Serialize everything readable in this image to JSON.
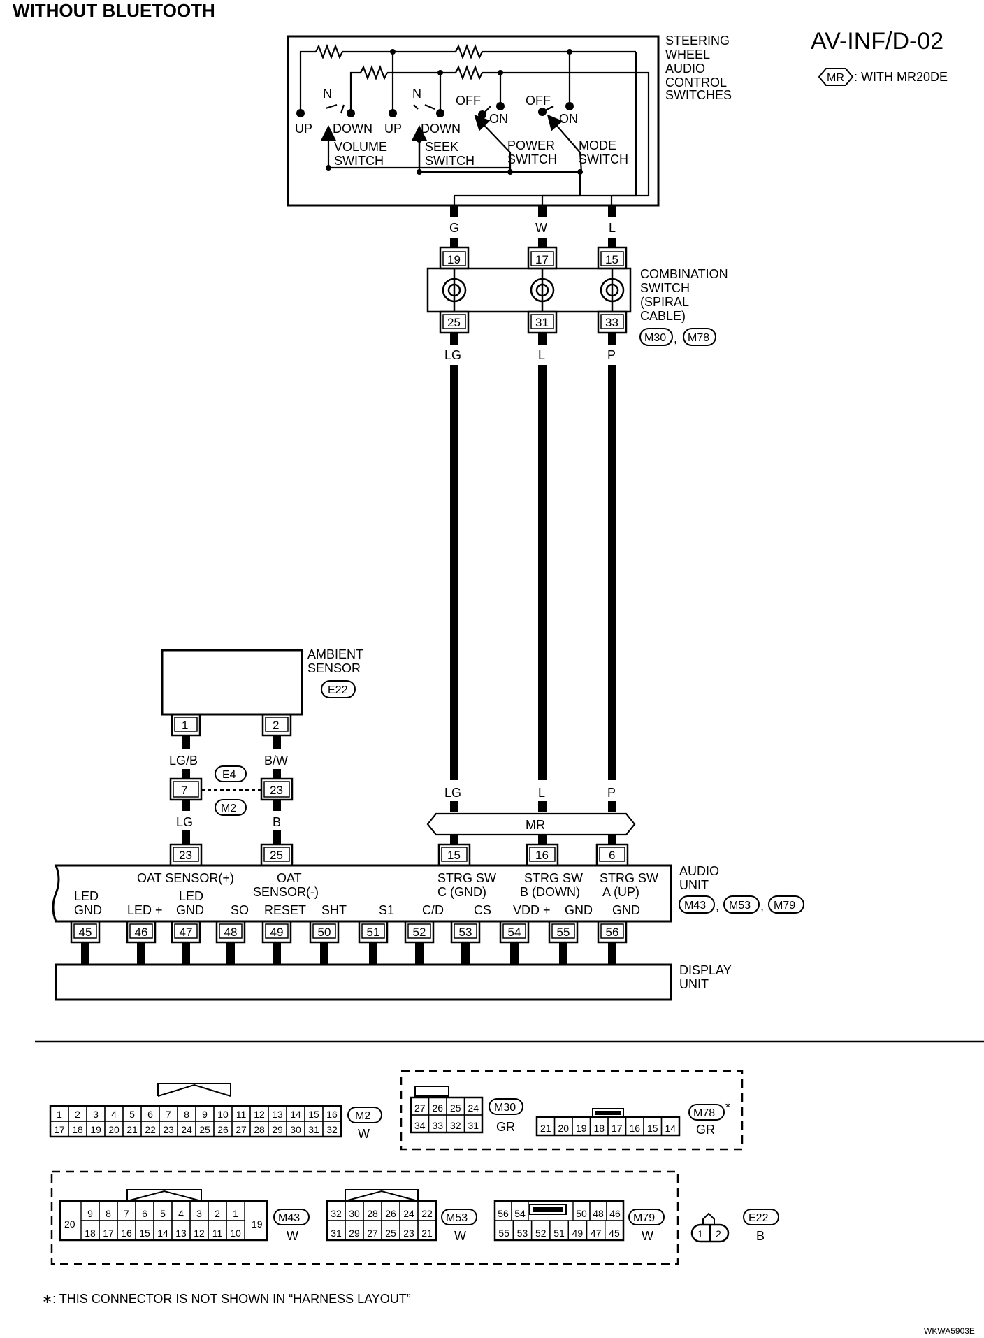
{
  "header": {
    "title": "WITHOUT BLUETOOTH",
    "code": "AV-INF/D-02",
    "legend_badge": "MR",
    "legend_text": ": WITH MR20DE"
  },
  "steering_switches": {
    "label": [
      "STEERING",
      "WHEEL",
      "AUDIO",
      "CONTROL",
      "SWITCHES"
    ],
    "volume": {
      "n": "N",
      "up": "UP",
      "down": "DOWN",
      "name": [
        "VOLUME",
        "SWITCH"
      ]
    },
    "seek": {
      "n": "N",
      "up": "UP",
      "down": "DOWN",
      "name": [
        "SEEK",
        "SWITCH"
      ]
    },
    "power": {
      "off": "OFF",
      "on": "ON",
      "name": [
        "POWER",
        "SWITCH"
      ]
    },
    "mode": {
      "off": "OFF",
      "on": "ON",
      "name": [
        "MODE",
        "SWITCH"
      ]
    },
    "wire_colors": [
      "G",
      "W",
      "L"
    ]
  },
  "combination_switch": {
    "label": [
      "COMBINATION",
      "SWITCH",
      "(SPIRAL",
      "CABLE)"
    ],
    "top_pins": [
      "19",
      "17",
      "15"
    ],
    "bottom_pins": [
      "25",
      "31",
      "33"
    ],
    "connectors": [
      "M30",
      "M78"
    ],
    "out_colors": [
      "LG",
      "L",
      "P"
    ]
  },
  "lower_colors": [
    "LG",
    "L",
    "P"
  ],
  "mr_bus": "MR",
  "ambient_sensor": {
    "label": [
      "AMBIENT",
      "SENSOR"
    ],
    "connector": "E22",
    "pins": [
      "1",
      "2"
    ],
    "colors_top": [
      "LG/B",
      "B/W"
    ],
    "joint_pins": [
      "7",
      "23"
    ],
    "joint_connectors": [
      "E4",
      "M2"
    ],
    "colors_bottom": [
      "LG",
      "B"
    ]
  },
  "audio_unit": {
    "label": [
      "AUDIO",
      "UNIT"
    ],
    "connectors": [
      "M43",
      "M53",
      "M79"
    ],
    "top_pins": [
      "23",
      "25",
      "15",
      "16",
      "6"
    ],
    "top_labels": {
      "oat_plus": "OAT SENSOR(+)",
      "oat_minus_1": "OAT",
      "oat_minus_2": "SENSOR(-)",
      "strg_c_1": "STRG SW",
      "strg_c_2": "C (GND)",
      "strg_b_1": "STRG SW",
      "strg_b_2": "B (DOWN)",
      "strg_a_1": "STRG SW",
      "strg_a_2": "A (UP)"
    },
    "bottom_labels": [
      "LED GND",
      "LED +",
      "LED GND",
      "SO",
      "RESET",
      "SHT",
      "S1",
      "C/D",
      "CS",
      "VDD +",
      "GND",
      "GND"
    ],
    "bottom_pins": [
      "45",
      "46",
      "47",
      "48",
      "49",
      "50",
      "51",
      "52",
      "53",
      "54",
      "55",
      "56"
    ]
  },
  "display_unit": {
    "label": [
      "DISPLAY",
      "UNIT"
    ]
  },
  "connector_views": {
    "m2": {
      "id": "M2",
      "color": "W",
      "row1": [
        "1",
        "2",
        "3",
        "4",
        "5",
        "6",
        "7",
        "8",
        "9",
        "10",
        "11",
        "12",
        "13",
        "14",
        "15",
        "16"
      ],
      "row2": [
        "17",
        "18",
        "19",
        "20",
        "21",
        "22",
        "23",
        "24",
        "25",
        "26",
        "27",
        "28",
        "29",
        "30",
        "31",
        "32"
      ]
    },
    "m30": {
      "id": "M30",
      "color": "GR",
      "row1": [
        "27",
        "26",
        "25",
        "24"
      ],
      "row2": [
        "34",
        "33",
        "32",
        "31"
      ]
    },
    "m78": {
      "id": "M78",
      "color": "GR",
      "row": [
        "21",
        "20",
        "19",
        "18",
        "17",
        "16",
        "15",
        "14"
      ],
      "star": "*"
    },
    "m43": {
      "id": "M43",
      "color": "W",
      "left": "20",
      "right": "19",
      "row1": [
        "9",
        "8",
        "7",
        "6",
        "5",
        "4",
        "3",
        "2",
        "1"
      ],
      "row2": [
        "18",
        "17",
        "16",
        "15",
        "14",
        "13",
        "12",
        "11",
        "10"
      ]
    },
    "m53": {
      "id": "M53",
      "color": "W",
      "row1": [
        "32",
        "30",
        "28",
        "26",
        "24",
        "22"
      ],
      "row2": [
        "31",
        "29",
        "27",
        "25",
        "23",
        "21"
      ]
    },
    "m79": {
      "id": "M79",
      "color": "W",
      "row1_left": [
        "56",
        "54"
      ],
      "row1_right": [
        "50",
        "48",
        "46"
      ],
      "row2": [
        "55",
        "53",
        "52",
        "51",
        "49",
        "47",
        "45"
      ]
    },
    "e22": {
      "id": "E22",
      "color": "B",
      "pins": [
        "1",
        "2"
      ]
    }
  },
  "footnote": "∗: THIS CONNECTOR IS NOT SHOWN IN “HARNESS LAYOUT”",
  "drawing_code": "WKWA5903E"
}
